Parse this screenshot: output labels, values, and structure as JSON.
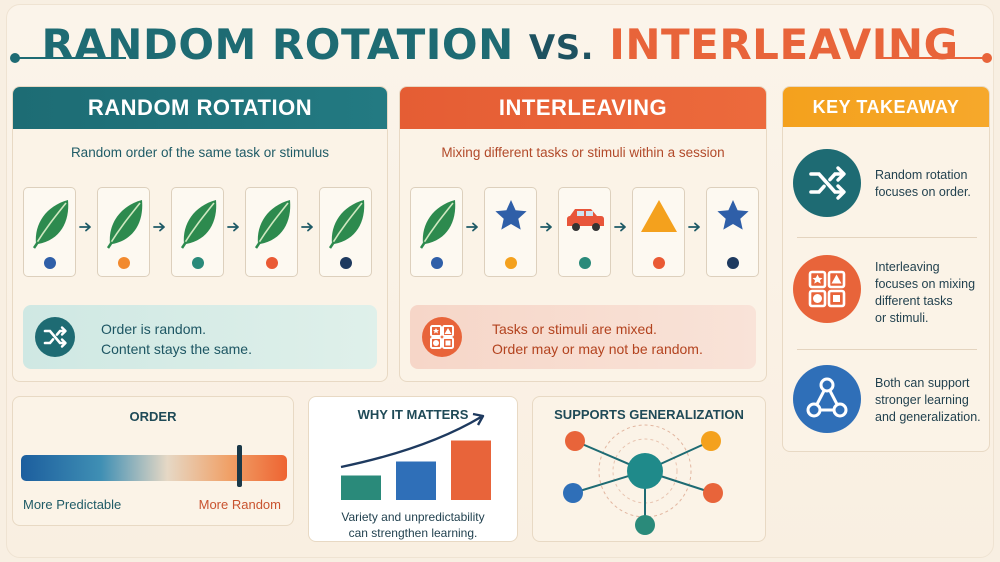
{
  "header": {
    "title_part1": "RANDOM ROTATION",
    "title_vs": "VS.",
    "title_part2": "INTERLEAVING"
  },
  "random_rotation": {
    "heading": "RANDOM ROTATION",
    "subtitle": "Random order of the same task or stimulus",
    "cards": [
      {
        "icon": "leaf-icon",
        "dot_color": "#2f5fa8"
      },
      {
        "icon": "leaf-icon",
        "dot_color": "#f28a2e"
      },
      {
        "icon": "leaf-icon",
        "dot_color": "#2a8a7a"
      },
      {
        "icon": "leaf-icon",
        "dot_color": "#ea5a34"
      },
      {
        "icon": "leaf-icon",
        "dot_color": "#1e3a5f"
      }
    ],
    "callout_line1": "Order is random.",
    "callout_line2": "Content stays the same."
  },
  "interleaving": {
    "heading": "INTERLEAVING",
    "subtitle": "Mixing different tasks or stimuli within a session",
    "cards": [
      {
        "icon": "leaf-icon",
        "dot_color": "#2f5fa8"
      },
      {
        "icon": "star-icon",
        "dot_color": "#f4a11d"
      },
      {
        "icon": "car-icon",
        "dot_color": "#2a8a7a"
      },
      {
        "icon": "triangle-icon",
        "dot_color": "#ea5a34"
      },
      {
        "icon": "star-icon",
        "dot_color": "#1e3a5f"
      }
    ],
    "callout_line1": "Tasks or stimuli are mixed.",
    "callout_line2": "Order may or may not be random."
  },
  "key_takeaway": {
    "heading": "KEY TAKEAWAY",
    "items": [
      {
        "icon": "shuffle-icon",
        "color": "#1e6b73",
        "line1": "Random rotation",
        "line2": "focuses on order."
      },
      {
        "icon": "shapes-grid-icon",
        "color": "#e8643a",
        "line1": "Interleaving",
        "line2": "focuses on mixing",
        "line3": "different tasks",
        "line4": "or stimuli."
      },
      {
        "icon": "network-icon",
        "color": "#2f6fb8",
        "line1": "Both can support",
        "line2": "stronger learning",
        "line3": "and generalization."
      }
    ]
  },
  "order": {
    "title": "ORDER",
    "left_label": "More Predictable",
    "right_label": "More Random",
    "marker_level": 0.82
  },
  "why_it_matters": {
    "title": "WHY IT MATTERS",
    "caption_line1": "Variety and unpredictability",
    "caption_line2": "can strengthen learning.",
    "bar_levels": [
      0.35,
      0.55,
      0.85
    ],
    "bar_colors": [
      "#2a8a7a",
      "#2f6fb8",
      "#e8643a"
    ]
  },
  "supports_generalization": {
    "title": "SUPPORTS GENERALIZATION"
  }
}
